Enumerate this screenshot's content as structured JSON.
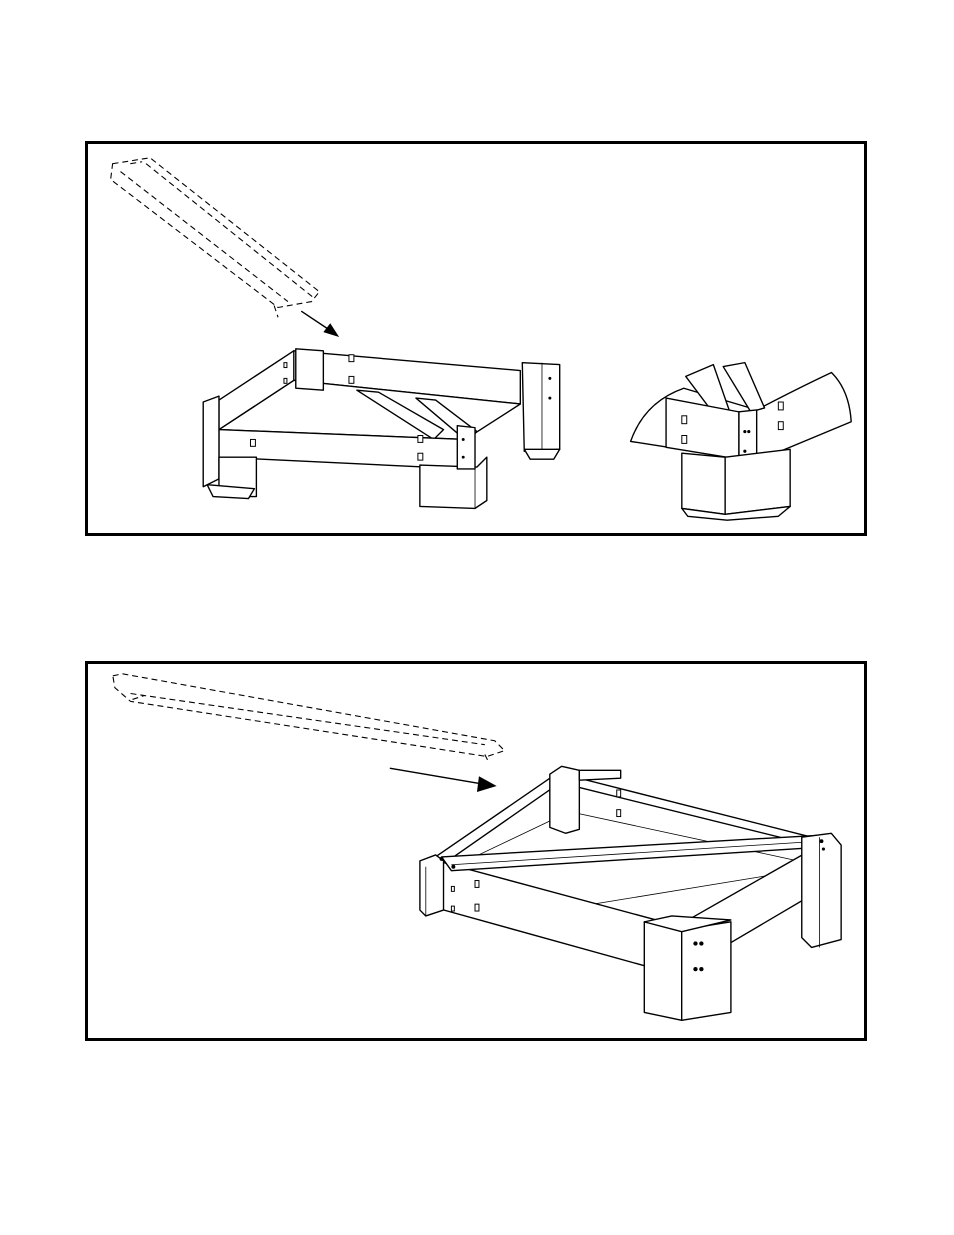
{
  "figures": [
    {
      "id": "figure-1",
      "elements": [
        "dashed-brace-part",
        "arrow",
        "partial-frame-assembly",
        "corner-detail"
      ]
    },
    {
      "id": "figure-2",
      "elements": [
        "dashed-brace-part",
        "arrow",
        "complete-frame-assembly"
      ]
    }
  ]
}
